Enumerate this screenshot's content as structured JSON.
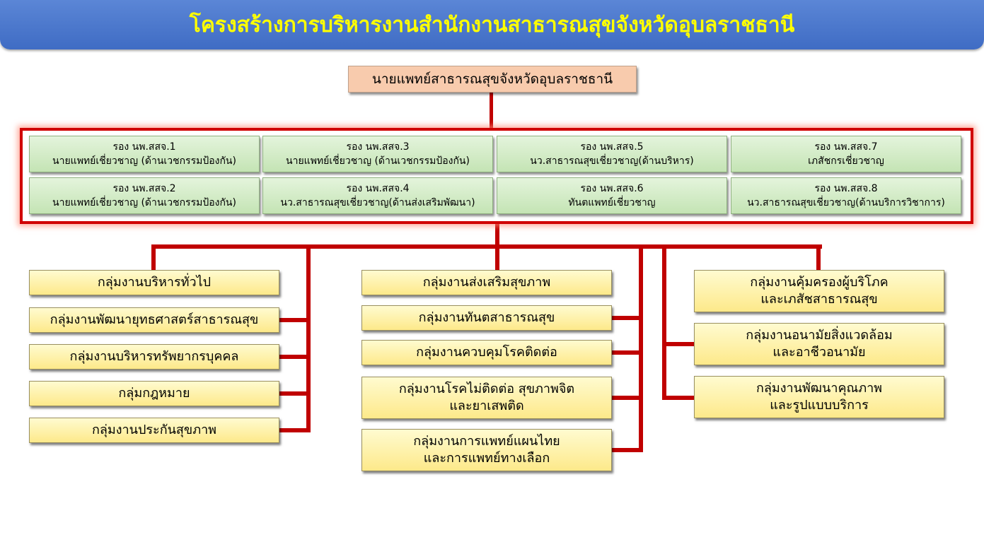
{
  "title": "โครงสร้างการบริหารงานสำนักงานสาธารณสุขจังหวัดอุบลราชธานี",
  "chief": "นายแพทย์สาธารณสุขจังหวัดอุบลราชธานี",
  "deputies": [
    {
      "line1": "รอง นพ.สสจ.1",
      "line2": "นายแพทย์เชี่ยวชาญ (ด้านเวชกรรมป้องกัน)"
    },
    {
      "line1": "รอง นพ.สสจ.3",
      "line2": "นายแพทย์เชี่ยวชาญ (ด้านเวชกรรมป้องกัน)"
    },
    {
      "line1": "รอง นพ.สสจ.5",
      "line2": "นว.สาธารณสุขเชี่ยวชาญ(ด้านบริหาร)"
    },
    {
      "line1": "รอง นพ.สสจ.7",
      "line2": "เภสัชกรเชี่ยวชาญ"
    },
    {
      "line1": "รอง นพ.สสจ.2",
      "line2": "นายแพทย์เชี่ยวชาญ (ด้านเวชกรรมป้องกัน)"
    },
    {
      "line1": "รอง นพ.สสจ.4",
      "line2": "นว.สาธารณสุขเชี่ยวชาญ(ด้านส่งเสริมพัฒนา)"
    },
    {
      "line1": "รอง นพ.สสจ.6",
      "line2": "ทันตแพทย์เชี่ยวชาญ"
    },
    {
      "line1": "รอง นพ.สสจ.8",
      "line2": "นว.สาธารณสุขเชี่ยวชาญ(ด้านบริการวิชาการ)"
    }
  ],
  "groups_left": [
    {
      "line1": "กลุ่มงานบริหารทั่วไป"
    },
    {
      "line1": "กลุ่มงานพัฒนายุทธศาสตร์สาธารณสุข"
    },
    {
      "line1": "กลุ่มงานบริหารทรัพยากรบุคคล"
    },
    {
      "line1": "กลุ่มกฎหมาย"
    },
    {
      "line1": "กลุ่มงานประกันสุขภาพ"
    }
  ],
  "groups_middle": [
    {
      "line1": "กลุ่มงานส่งเสริมสุขภาพ"
    },
    {
      "line1": "กลุ่มงานทันตสาธารณสุข"
    },
    {
      "line1": "กลุ่มงานควบคุมโรคติดต่อ"
    },
    {
      "line1": "กลุ่มงานโรคไม่ติดต่อ สุขภาพจิต",
      "line2": "และยาเสพติด"
    },
    {
      "line1": "กลุ่มงานการแพทย์แผนไทย",
      "line2": "และการแพทย์ทางเลือก"
    }
  ],
  "groups_right": [
    {
      "line1": "กลุ่มงานคุ้มครองผู้บริโภค",
      "line2": "และเภสัชสาธารณสุข"
    },
    {
      "line1": "กลุ่มงานอนามัยสิ่งแวดล้อม",
      "line2": "และอาชีวอนามัย"
    },
    {
      "line1": "กลุ่มงานพัฒนาคุณภาพ",
      "line2": "และรูปแบบบริการ"
    }
  ]
}
